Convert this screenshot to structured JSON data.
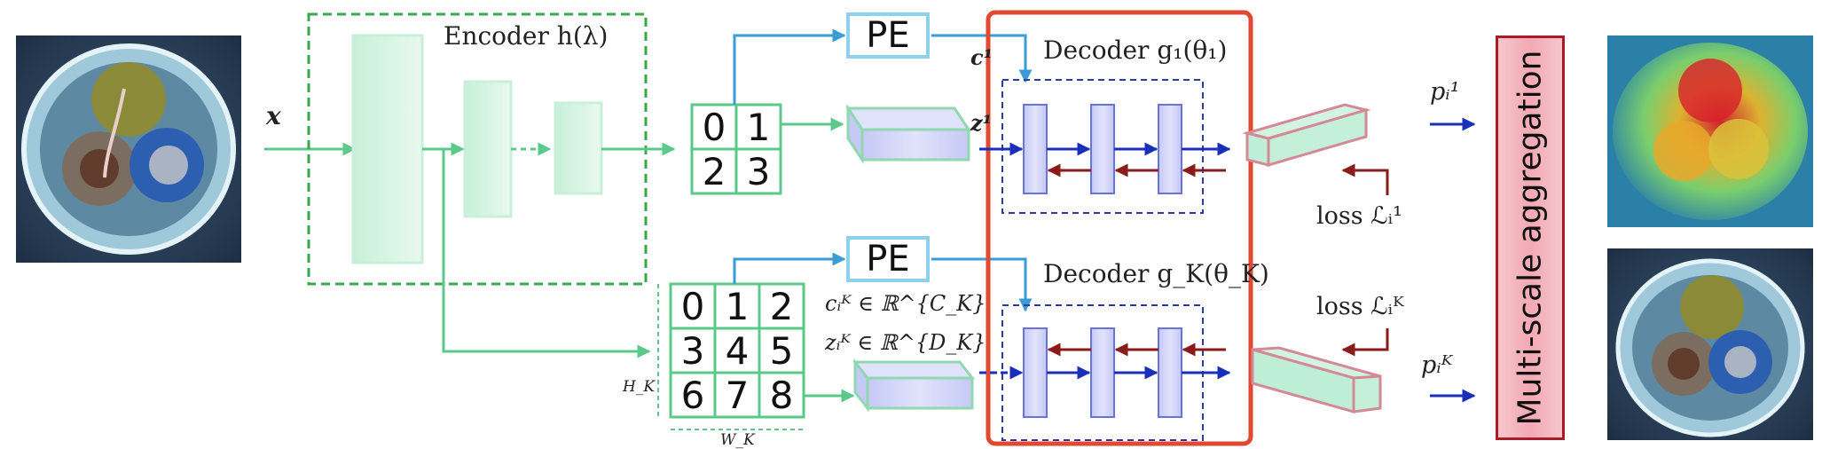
{
  "encoder": {
    "label": "Encoder h(λ)"
  },
  "input": {
    "label": "x"
  },
  "pe": {
    "top": "PE",
    "bottom": "PE"
  },
  "grid1": {
    "cells": [
      "0",
      "1",
      "2",
      "3"
    ]
  },
  "grid2": {
    "cells": [
      "0",
      "1",
      "2",
      "3",
      "4",
      "5",
      "6",
      "7",
      "8"
    ],
    "height_label": "H_K",
    "width_label": "W_K"
  },
  "decoder1": {
    "label": "Decoder g₁(θ₁)",
    "c_label": "c¹",
    "z_label": "z¹"
  },
  "decoderK": {
    "label": "Decoder g_K(θ_K)",
    "c_label": "cᵢᴷ ∈ ℝ^{C_K}",
    "z_label": "zᵢᴷ ∈ ℝ^{D_K}"
  },
  "loss1": {
    "label": "loss ℒᵢ¹"
  },
  "lossK": {
    "label": "loss ℒᵢᴷ"
  },
  "p1": {
    "label": "pᵢ¹"
  },
  "pK": {
    "label": "pᵢᴷ"
  },
  "aggregation": {
    "label": "Multi-scale aggregation"
  },
  "colors": {
    "green": "#5bc98a",
    "blue_arrow": "#3a9bd5",
    "dark_blue": "#1a2fb8",
    "dark_red": "#8b1a1a",
    "red_box": "#e04830"
  }
}
